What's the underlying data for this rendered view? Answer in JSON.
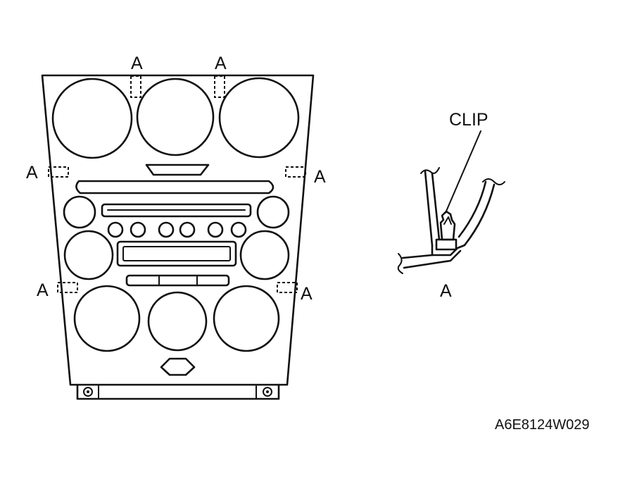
{
  "labels": {
    "clip_point": "A",
    "clip": "CLIP",
    "detail_view": "A",
    "figure_code": "A6E8124W029"
  }
}
